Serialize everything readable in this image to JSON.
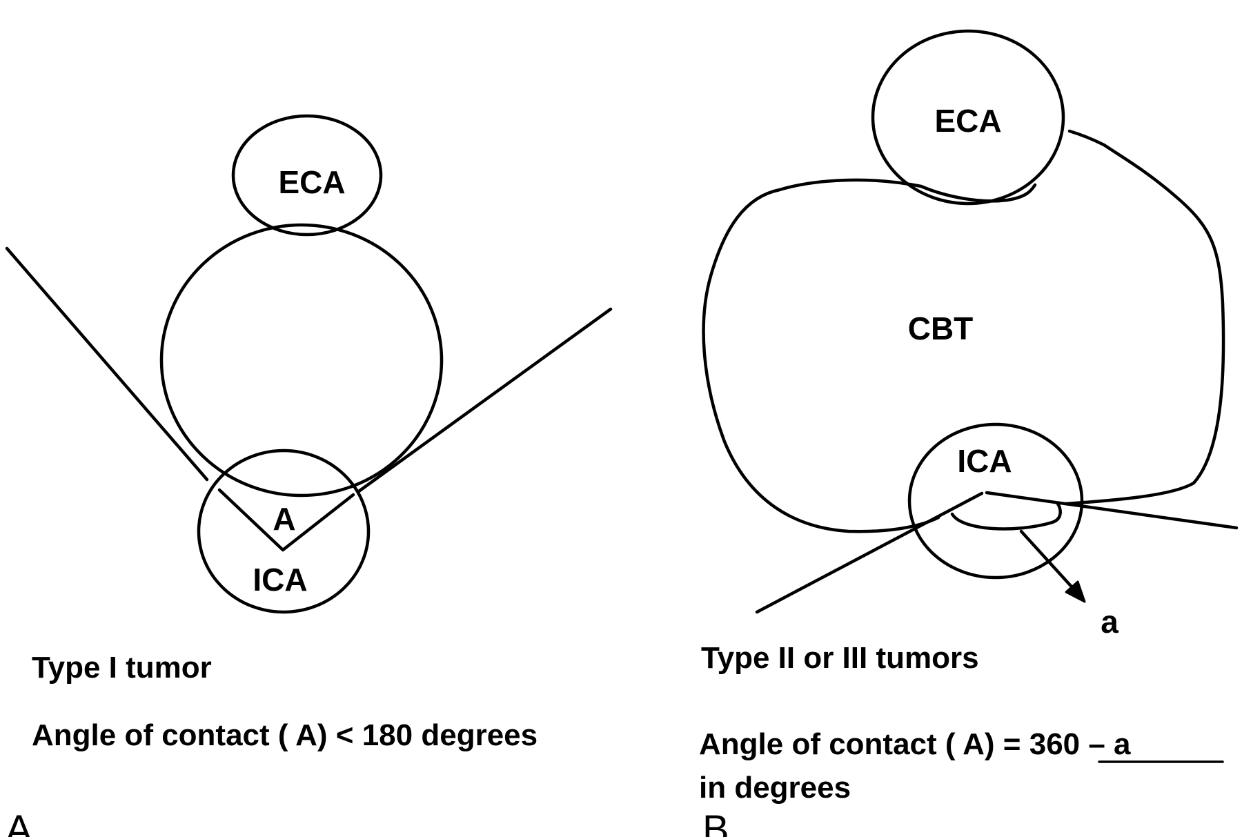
{
  "panel_a": {
    "panel_letter": "A",
    "eca_label": "ECA",
    "ica_label": "ICA",
    "angle_label": "A",
    "caption_type": "Type I tumor",
    "caption_angle": "Angle of contact ( A) < 180 degrees"
  },
  "panel_b": {
    "panel_letter": "B",
    "eca_label": "ECA",
    "cbt_label": "CBT",
    "ica_label": "ICA",
    "arc_label": "a",
    "caption_type": "Type II or III tumors",
    "caption_angle_prefix": "Angle of contact ( A) = ",
    "caption_angle_formula": "360 – a",
    "caption_angle_suffix": "in degrees"
  },
  "colors": {
    "stroke": "#000000",
    "background": "#ffffff"
  }
}
